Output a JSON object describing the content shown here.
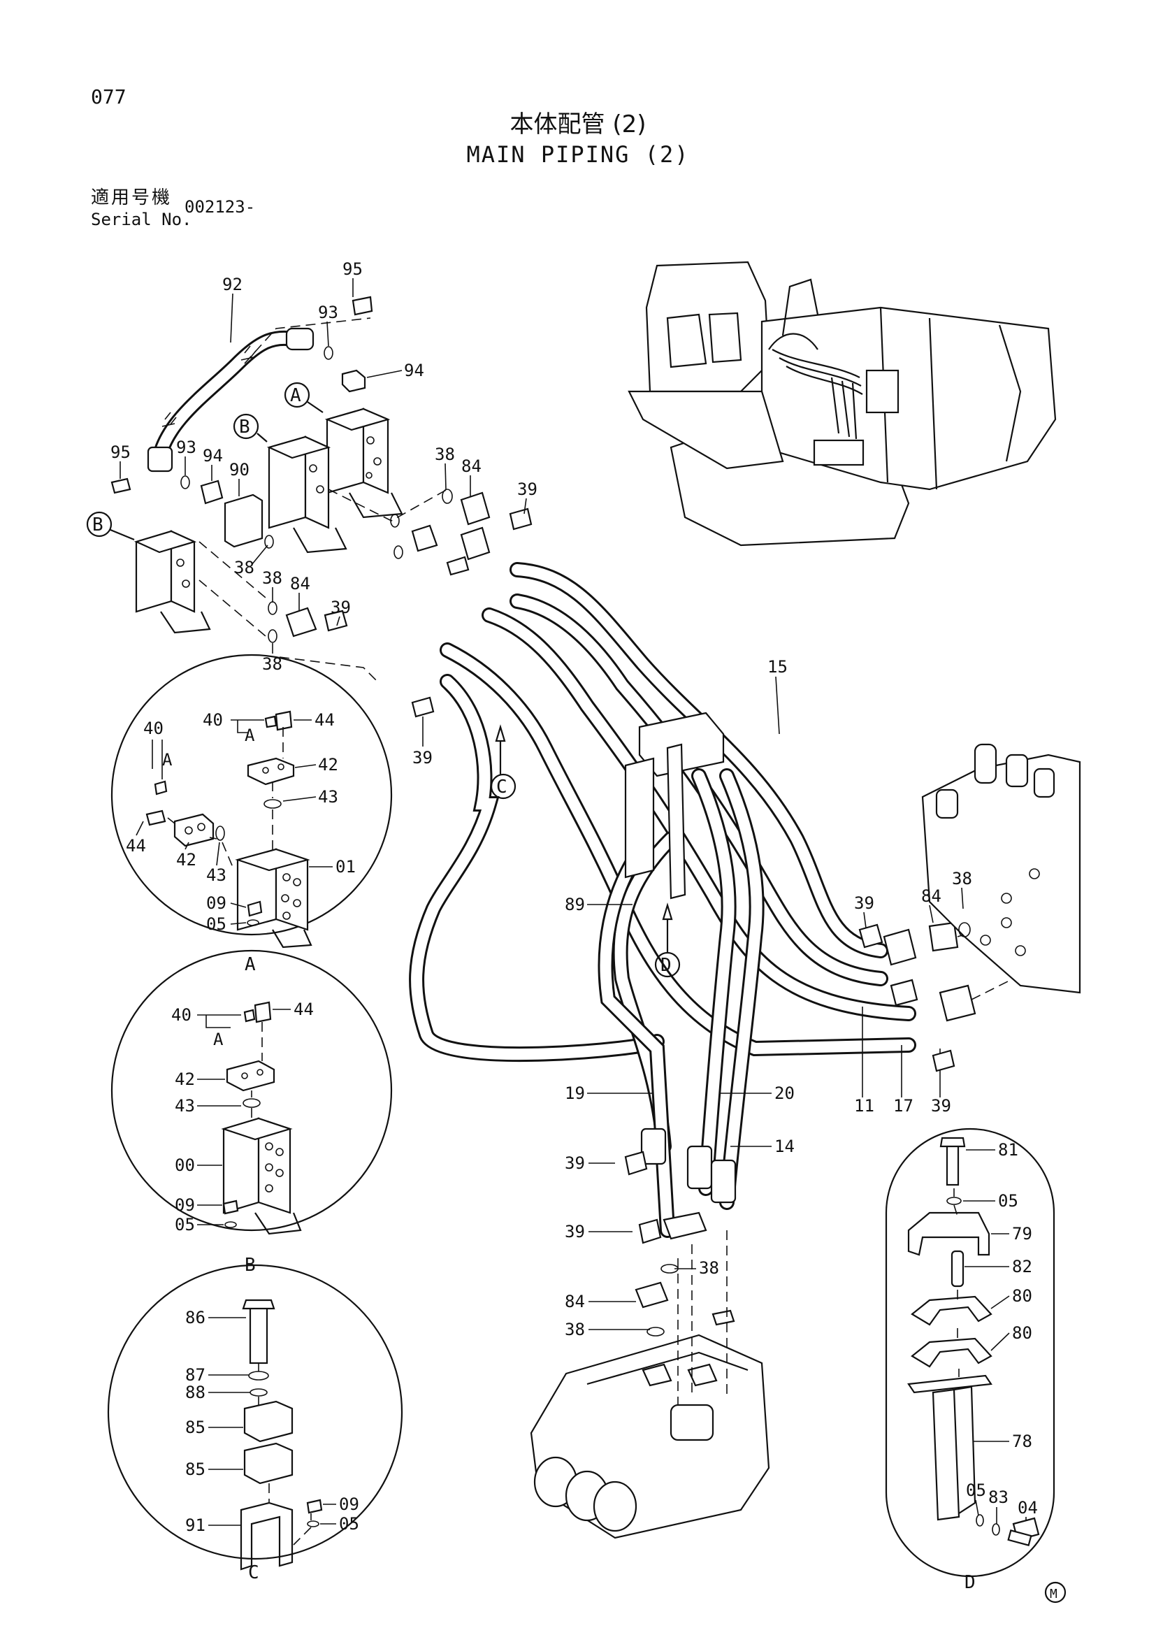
{
  "page": {
    "number": "077",
    "title_jp": "本体配管 (2)",
    "title_en": "MAIN PIPING (2)"
  },
  "serial": {
    "label_jp": "適用号機",
    "label_en": "Serial No.",
    "value": "002123-"
  },
  "callouts": {
    "c92": "92",
    "c95a": "95",
    "c93a": "93",
    "c94a": "94",
    "c95b": "95",
    "c93b": "93",
    "c94b": "94",
    "c90": "90",
    "c38a": "38",
    "c84a": "84",
    "c39a": "39",
    "c38b": "38",
    "c38c": "38",
    "c84b": "84",
    "c39b": "39",
    "c38d": "38",
    "c39c": "39",
    "c15": "15",
    "c89": "89",
    "c39d": "39",
    "c84c": "84",
    "c38e": "38",
    "c11": "11",
    "c17": "17",
    "c39e": "39",
    "c19": "19",
    "c20": "20",
    "c14": "14",
    "c39f": "39",
    "c39g": "39",
    "c38f": "38",
    "c84d": "84",
    "c38g": "38"
  },
  "circle_labels": {
    "A": "A",
    "B": "B",
    "C": "C",
    "D": "D",
    "mark": "M"
  },
  "detail_a": {
    "c40": "40",
    "c40b": "40",
    "cA1": "A",
    "cA2": "A",
    "c44a": "44",
    "c44b": "44",
    "c42a": "42",
    "c42b": "42",
    "c43a": "43",
    "c43b": "43",
    "c01": "01",
    "c09": "09",
    "c05": "05",
    "caption": "A"
  },
  "detail_b": {
    "c40": "40",
    "cA": "A",
    "c44": "44",
    "c42": "42",
    "c43": "43",
    "c00": "00",
    "c09": "09",
    "c05": "05",
    "caption": "B"
  },
  "detail_c": {
    "c86": "86",
    "c87": "87",
    "c88": "88",
    "c85a": "85",
    "c85b": "85",
    "c91": "91",
    "c09": "09",
    "c05": "05",
    "caption": "C"
  },
  "detail_d": {
    "c81": "81",
    "c05a": "05",
    "c79": "79",
    "c82": "82",
    "c80a": "80",
    "c80b": "80",
    "c78": "78",
    "c05b": "05",
    "c83": "83",
    "c04": "04",
    "caption": "D"
  }
}
